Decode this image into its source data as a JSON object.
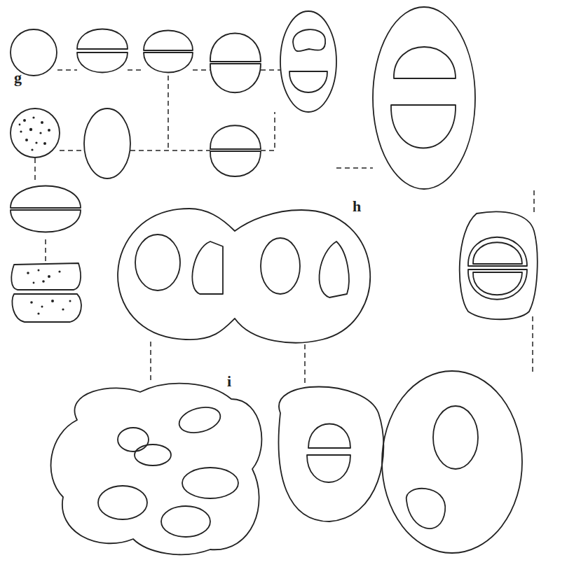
{
  "diagram": {
    "labels": [
      "g",
      "h",
      "i"
    ]
  }
}
